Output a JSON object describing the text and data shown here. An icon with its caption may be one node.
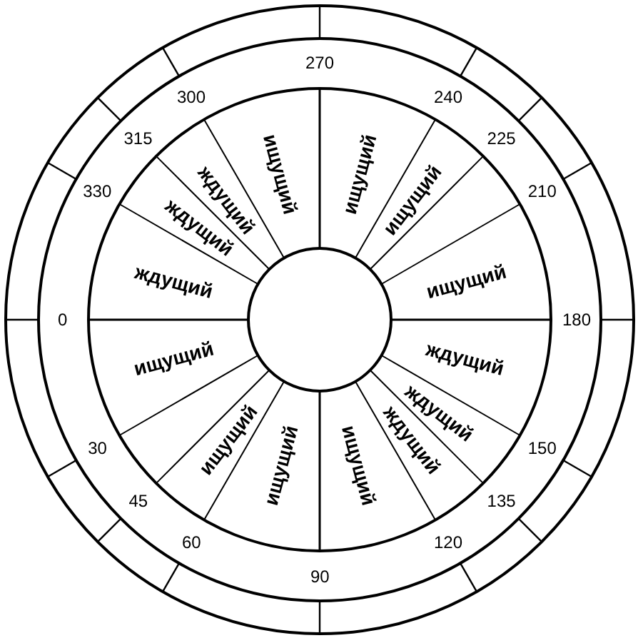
{
  "diagram": {
    "labels": [
      "270",
      "300",
      "240",
      "315",
      "225",
      "ищущий",
      "ищущий",
      "330",
      "210",
      "ждущий",
      "ждущий",
      "ищущий",
      "ждущий",
      "ищущий",
      "0",
      "180",
      "ищущий",
      "ждущий",
      "ищущий",
      "ждущий",
      "ждущий",
      "30",
      "150",
      "ищущий",
      "ищущий",
      "45",
      "135",
      "60",
      "120",
      "90"
    ]
  }
}
